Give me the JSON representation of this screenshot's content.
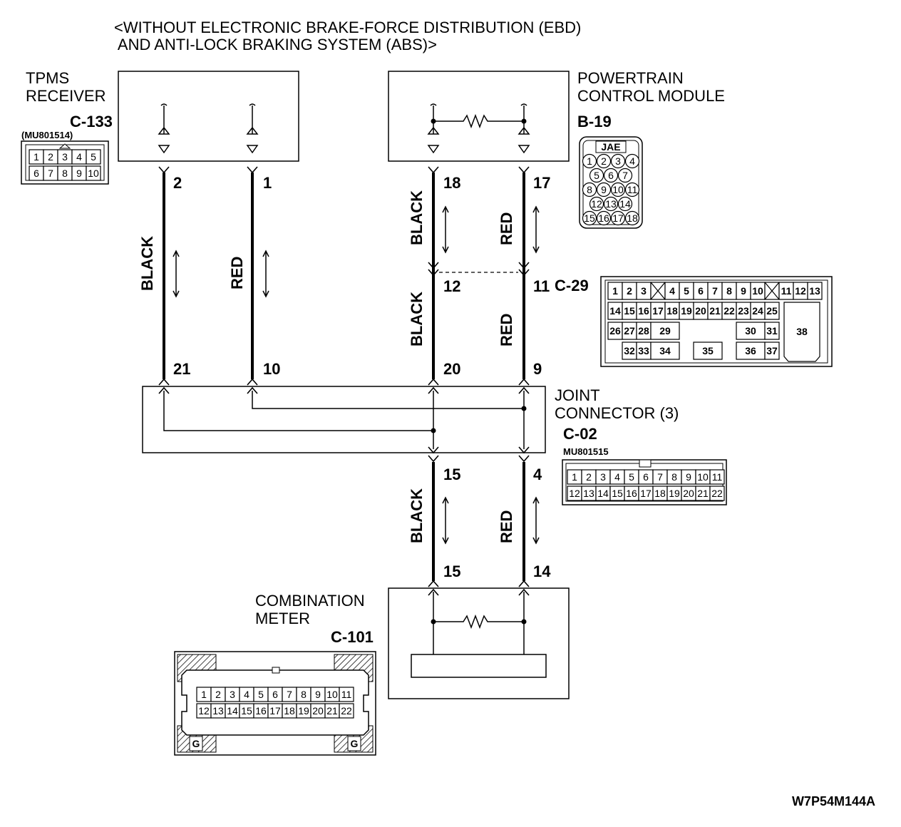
{
  "title_line1": "<WITHOUT ELECTRONIC BRAKE-FORCE DISTRIBUTION (EBD)",
  "title_line2": " AND ANTI-LOCK BRAKING SYSTEM (ABS)>",
  "tpms": {
    "name_line1": "TPMS",
    "name_line2": "RECEIVER",
    "connector": "C-133",
    "part_no": "(MU801514)",
    "pins_row1": [
      "1",
      "2",
      "3",
      "4",
      "5"
    ],
    "pins_row2": [
      "6",
      "7",
      "8",
      "9",
      "10"
    ]
  },
  "pcm": {
    "name_line1": "POWERTRAIN",
    "name_line2": "CONTROL MODULE",
    "connector": "B-19",
    "maker": "JAE",
    "pin_rows": [
      [
        "1",
        "2",
        "3",
        "4"
      ],
      [
        "5",
        "6",
        "7"
      ],
      [
        "8",
        "9",
        "10",
        "11"
      ],
      [
        "12",
        "13",
        "14"
      ],
      [
        "15",
        "16",
        "17",
        "18"
      ]
    ]
  },
  "c29": {
    "connector": "C-29",
    "row1": [
      "1",
      "2",
      "3",
      "",
      "4",
      "5",
      "6",
      "7",
      "8",
      "9",
      "10",
      "",
      "11",
      "12",
      "13"
    ],
    "row2": [
      "14",
      "15",
      "16",
      "17",
      "18",
      "19",
      "20",
      "21",
      "22",
      "23",
      "24",
      "25"
    ],
    "row3": [
      "26",
      "27",
      "28",
      "29",
      "30",
      "31"
    ],
    "row4": [
      "32",
      "33",
      "34",
      "35",
      "36",
      "37"
    ],
    "big": "38"
  },
  "joint": {
    "name_line1": "JOINT",
    "name_line2": "CONNECTOR (3)",
    "connector": "C-02",
    "part_no": "MU801515",
    "pins_row1": [
      "1",
      "2",
      "3",
      "4",
      "5",
      "6",
      "7",
      "8",
      "9",
      "10",
      "11"
    ],
    "pins_row2": [
      "12",
      "13",
      "14",
      "15",
      "16",
      "17",
      "18",
      "19",
      "20",
      "21",
      "22"
    ]
  },
  "meter": {
    "name_line1": "COMBINATION",
    "name_line2": "METER",
    "connector": "C-101",
    "pins_row1": [
      "1",
      "2",
      "3",
      "4",
      "5",
      "6",
      "7",
      "8",
      "9",
      "10",
      "11"
    ],
    "pins_row2": [
      "12",
      "13",
      "14",
      "15",
      "16",
      "17",
      "18",
      "19",
      "20",
      "21",
      "22"
    ],
    "ground_label": "G"
  },
  "wires": {
    "black": "BLACK",
    "red": "RED"
  },
  "pins": {
    "tpms_black_top": "2",
    "tpms_red_top": "1",
    "pcm_black_top": "18",
    "pcm_red_top": "17",
    "c29_black": "12",
    "c29_red": "11",
    "joint_tpms_black": "21",
    "joint_tpms_red": "10",
    "joint_pcm_black": "20",
    "joint_pcm_red": "9",
    "joint_out_black": "15",
    "joint_out_red": "4",
    "meter_black": "15",
    "meter_red": "14"
  },
  "figure_id": "W7P54M144A"
}
